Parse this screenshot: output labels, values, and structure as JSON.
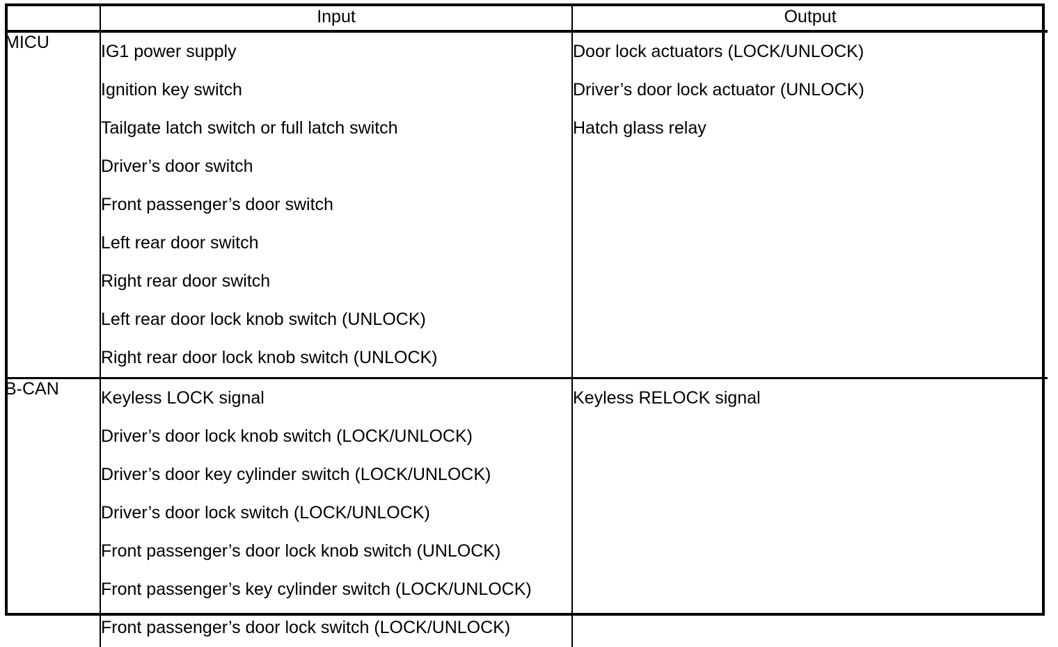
{
  "document": {
    "kind": "input-output-specification-table",
    "background_color": "#ffffff",
    "text_color": "#000000",
    "border_color": "#000000"
  },
  "table": {
    "headers": {
      "ecu": "",
      "input": "Input",
      "output": "Output"
    },
    "rows": [
      {
        "ecu": "MICU",
        "inputs": [
          "IG1 power supply",
          "Ignition key switch",
          "Tailgate latch switch or full latch switch",
          "Driver’s door switch",
          "Front passenger’s door switch",
          "Left rear door switch",
          "Right rear door switch",
          "Left rear door lock knob switch (UNLOCK)",
          "Right rear door lock knob switch (UNLOCK)"
        ],
        "outputs": [
          "Door lock actuators (LOCK/UNLOCK)",
          "Driver’s door lock actuator (UNLOCK)",
          "Hatch glass relay"
        ]
      },
      {
        "ecu": "B-CAN",
        "inputs": [
          "Keyless LOCK signal",
          "Driver’s door lock knob switch (LOCK/UNLOCK)",
          "Driver’s door key cylinder switch (LOCK/UNLOCK)",
          "Driver’s door lock switch (LOCK/UNLOCK)",
          "Front passenger’s door lock knob switch (UNLOCK)",
          "Front passenger’s key cylinder switch (LOCK/UNLOCK)",
          "Front passenger’s door lock switch (LOCK/UNLOCK)"
        ],
        "outputs": [
          "Keyless RELOCK signal"
        ]
      }
    ]
  }
}
